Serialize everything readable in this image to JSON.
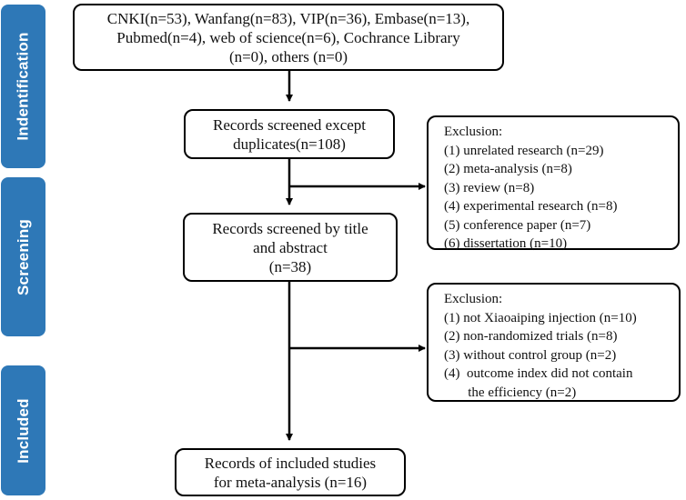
{
  "stages": [
    {
      "label": "Indentification"
    },
    {
      "label": "Screening"
    },
    {
      "label": "Included"
    }
  ],
  "boxes": {
    "identification": {
      "lines": [
        "CNKI(n=53), Wanfang(n=83), VIP(n=36), Embase(n=13),",
        "Pubmed(n=4), web of science(n=6), Cochrance Library",
        "(n=0), others (n=0)"
      ]
    },
    "duplicates": {
      "lines": [
        "Records screened except",
        "duplicates(n=108)"
      ]
    },
    "title_abstract": {
      "lines": [
        "Records screened by title",
        "and abstract",
        "(n=38)"
      ]
    },
    "included": {
      "lines": [
        "Records of included studies",
        "for meta-analysis (n=16)"
      ]
    },
    "exclusion1": {
      "title": "Exclusion:",
      "items": [
        "(1)  unrelated research (n=29)",
        "(2)  meta-analysis (n=8)",
        "(3)  review (n=8)",
        "(4)  experimental research (n=8)",
        "(5)  conference paper (n=7)",
        "(6)  dissertation (n=10)"
      ]
    },
    "exclusion2": {
      "title": "Exclusion:",
      "items": [
        "(1)  not Xiaoaiping injection (n=10)",
        "(2)  non-randomized trials (n=8)",
        "(3)  without control group (n=2)",
        "(4)  outcome index did not contain",
        "       the efficiency (n=2)"
      ]
    }
  },
  "colors": {
    "stage_fill": "#2e78b7",
    "stage_text": "#ffffff",
    "box_border": "#000000",
    "arrow": "#000000"
  }
}
